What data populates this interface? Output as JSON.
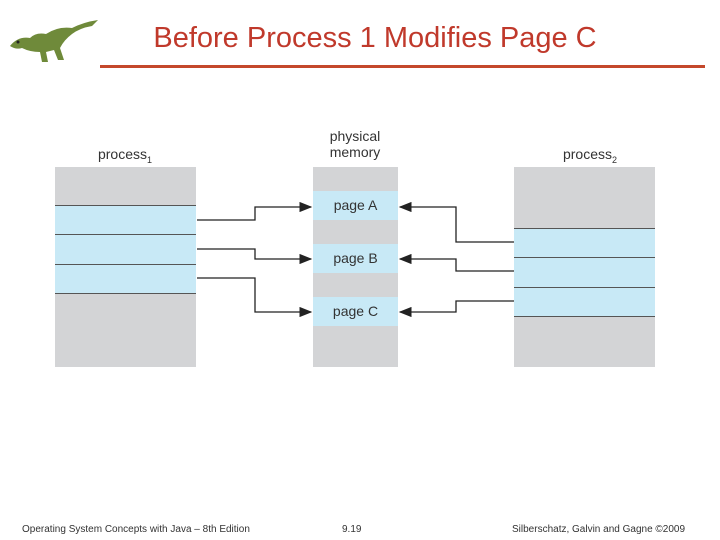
{
  "slide": {
    "title": "Before Process 1 Modifies Page C",
    "footer_left": "Operating System Concepts with Java – 8th Edition",
    "footer_center": "9.19",
    "footer_right": "Silberschatz, Galvin and Gagne ©2009"
  },
  "diagram": {
    "process1_label": "process1",
    "physical_label_line1": "physical",
    "physical_label_line2": "memory",
    "process2_label": "process2",
    "pages": [
      "page A",
      "page B",
      "page C"
    ]
  },
  "colors": {
    "title": "#c0392b",
    "memory_gray": "#d3d4d6",
    "page_blue": "#c8e9f6"
  }
}
